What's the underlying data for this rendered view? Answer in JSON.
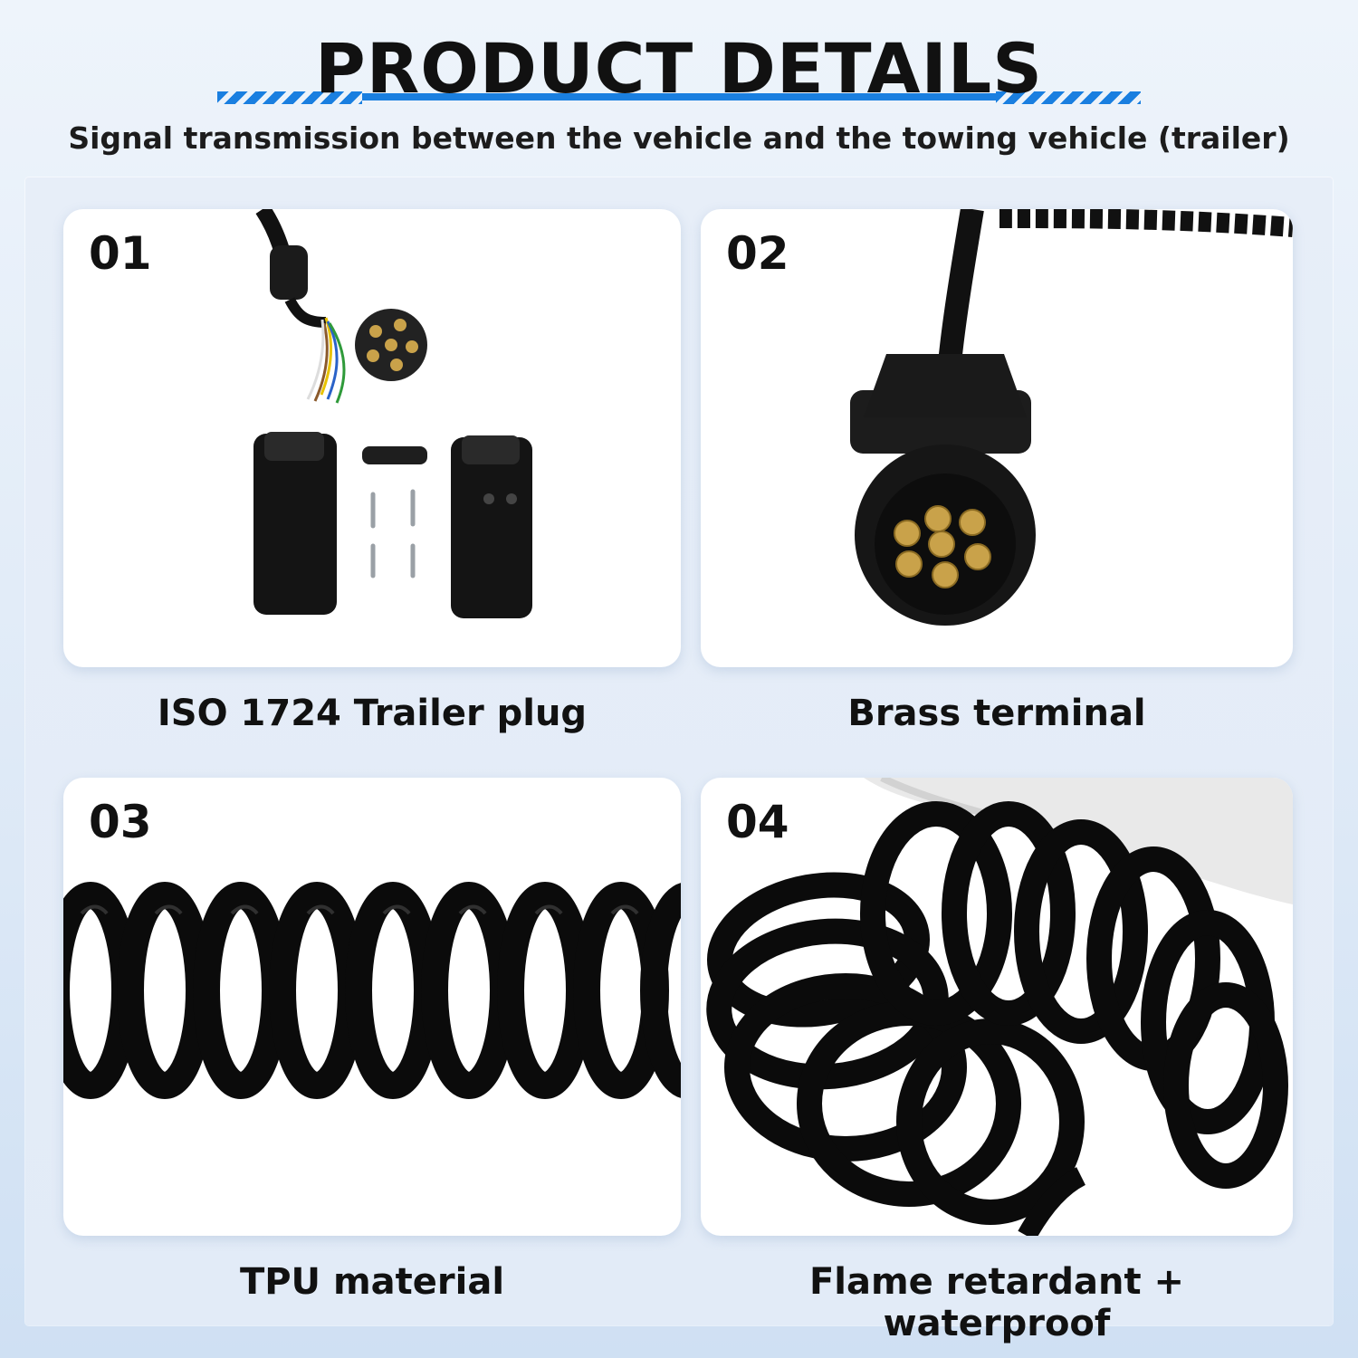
{
  "header": {
    "title": "PRODUCT DETAILS",
    "subtitle": "Signal transmission between the vehicle and the towing vehicle (trailer)"
  },
  "cards": [
    {
      "number": "01",
      "caption": "ISO 1724 Trailer plug",
      "image": "disassembled-trailer-plug-kit"
    },
    {
      "number": "02",
      "caption": "Brass terminal",
      "image": "7-pin-plug-brass-terminals"
    },
    {
      "number": "03",
      "caption": "TPU material",
      "image": "coiled-cable-side-view"
    },
    {
      "number": "04",
      "caption": "Flame retardant + waterproof",
      "image": "coiled-cable-held-in-glove"
    }
  ],
  "colors": {
    "accent": "#1a7fe0",
    "text": "#111111",
    "card": "#ffffff"
  }
}
